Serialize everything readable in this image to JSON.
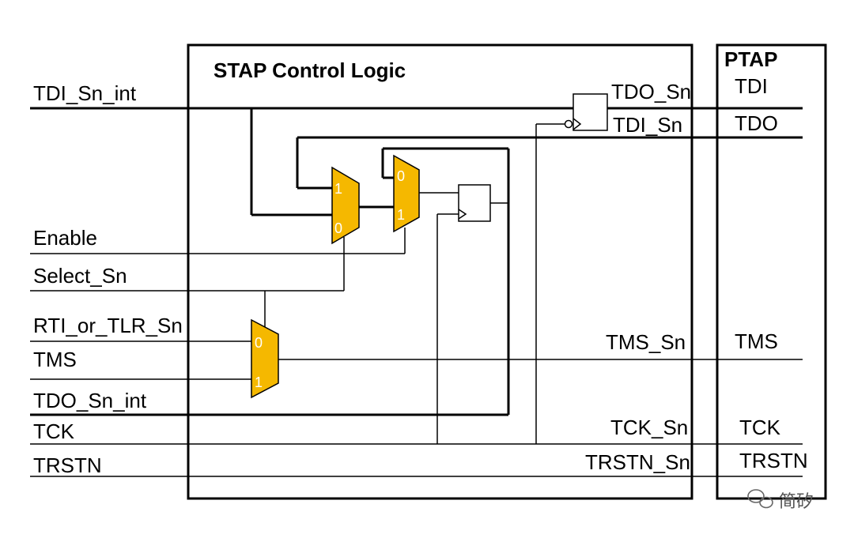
{
  "stap": {
    "title": "STAP Control Logic"
  },
  "ptap": {
    "title": "PTAP",
    "tdi": "TDI",
    "tdo": "TDO",
    "tms": "TMS",
    "tck": "TCK",
    "trstn": "TRSTN"
  },
  "inputs": {
    "tdi_sn_int": "TDI_Sn_int",
    "enable": "Enable",
    "select_sn": "Select_Sn",
    "rti_or_tlr_sn": "RTI_or_TLR_Sn",
    "tms": "TMS",
    "tdo_sn_int": "TDO_Sn_int",
    "tck": "TCK",
    "trstn": "TRSTN"
  },
  "outputs": {
    "tdo_sn": "TDO_Sn",
    "tdi_sn": "TDI_Sn",
    "tms_sn": "TMS_Sn",
    "tck_sn": "TCK_Sn",
    "trstn_sn": "TRSTN_Sn"
  },
  "mux": {
    "m1_top": "1",
    "m1_bot": "0",
    "m2_top": "0",
    "m2_bot": "1",
    "m3_top": "0",
    "m3_bot": "1"
  },
  "watermark": "简矽",
  "colors": {
    "mux_fill": "#F5B800",
    "wire": "#000000"
  }
}
